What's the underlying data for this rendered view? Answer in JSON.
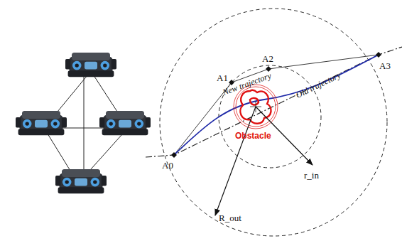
{
  "diagram": {
    "labels": [
      "A0",
      "A1",
      "A2",
      "A3",
      "New trajectory",
      "Old trajectory",
      "Obstacle",
      "r_in",
      "R_out"
    ]
  }
}
